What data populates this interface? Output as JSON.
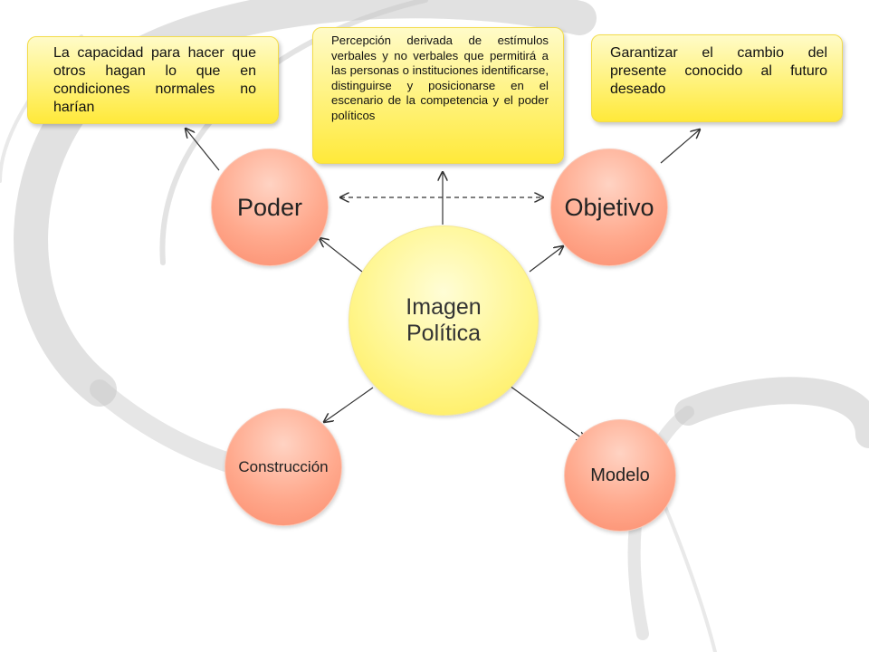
{
  "nodes": {
    "center": {
      "label_line1": "Imagen",
      "label_line2": "Política"
    },
    "poder": {
      "label": "Poder"
    },
    "objetivo": {
      "label": "Objetivo"
    },
    "construccion": {
      "label": "Construcción"
    },
    "modelo": {
      "label": "Modelo"
    }
  },
  "notes": {
    "poder": "La capacidad para hacer que otros hagan lo que en condiciones normales no harían",
    "imagen": "Percepción derivada de estímulos verbales y no verbales que permitirá a las personas o instituciones identificarse, distinguirse y posicionarse en el escenario de la competencia y el poder políticos",
    "objetivo": "Garantizar el cambio del presente conocido al futuro deseado"
  },
  "colors": {
    "node_orange": "#fb8c6d",
    "node_yellow": "#fff68e",
    "note_yellow": "#fff27a",
    "arrow": "#333333",
    "background_swirl": "#c8c8c8"
  }
}
